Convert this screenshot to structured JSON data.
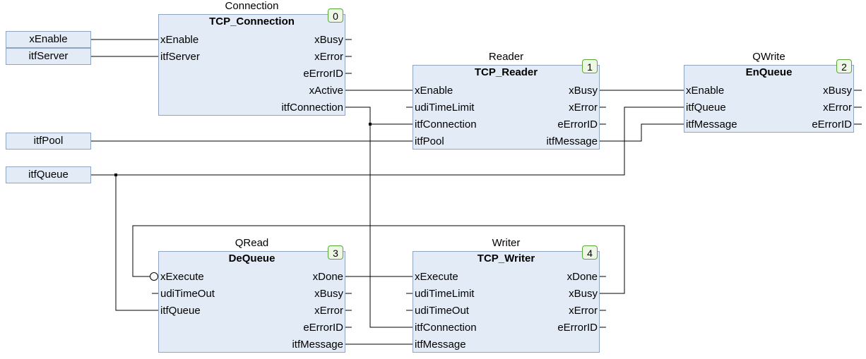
{
  "variables": {
    "xEnable": "xEnable",
    "itfServer": "itfServer",
    "itfPool": "itfPool",
    "itfQueue": "itfQueue"
  },
  "blocks": {
    "connection": {
      "instance": "Connection",
      "type": "TCP_Connection",
      "order": "0",
      "inputs": [
        "xEnable",
        "itfServer"
      ],
      "outputs": [
        "xBusy",
        "xError",
        "eErrorID",
        "xActive",
        "itfConnection"
      ]
    },
    "reader": {
      "instance": "Reader",
      "type": "TCP_Reader",
      "order": "1",
      "inputs": [
        "xEnable",
        "udiTimeLimit",
        "itfConnection",
        "itfPool"
      ],
      "outputs": [
        "xBusy",
        "xError",
        "eErrorID",
        "itfMessage"
      ]
    },
    "qwrite": {
      "instance": "QWrite",
      "type": "EnQueue",
      "order": "2",
      "inputs": [
        "xEnable",
        "itfQueue",
        "itfMessage"
      ],
      "outputs": [
        "xBusy",
        "xError",
        "eErrorID"
      ]
    },
    "qread": {
      "instance": "QRead",
      "type": "DeQueue",
      "order": "3",
      "inputs": [
        "xExecute",
        "udiTimeOut",
        "itfQueue"
      ],
      "outputs": [
        "xDone",
        "xBusy",
        "xError",
        "eErrorID",
        "itfMessage"
      ]
    },
    "writer": {
      "instance": "Writer",
      "type": "TCP_Writer",
      "order": "4",
      "inputs": [
        "xExecute",
        "udiTimeLimit",
        "udiTimeOut",
        "itfConnection",
        "itfMessage"
      ],
      "outputs": [
        "xDone",
        "xBusy",
        "xError",
        "eErrorID"
      ]
    }
  },
  "colors": {
    "block_fill": "#e3ebf6",
    "block_border": "#8ea4c2",
    "order_fill": "#eef7e6",
    "order_border": "#58a836",
    "wire": "#000000"
  }
}
